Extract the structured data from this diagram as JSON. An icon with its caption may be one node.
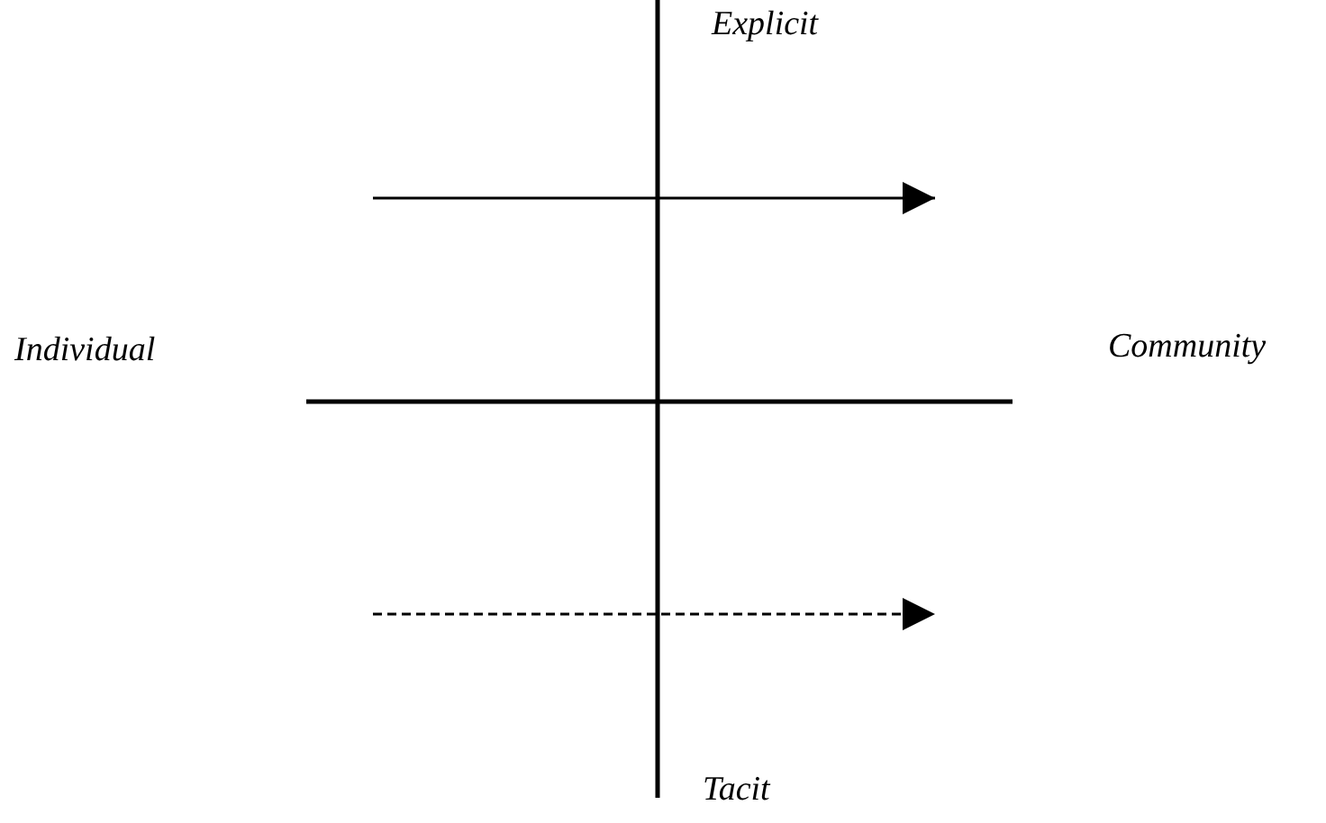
{
  "diagram": {
    "labels": [
      "Explicit",
      "Individual",
      "Community",
      "Tacit"
    ]
  }
}
